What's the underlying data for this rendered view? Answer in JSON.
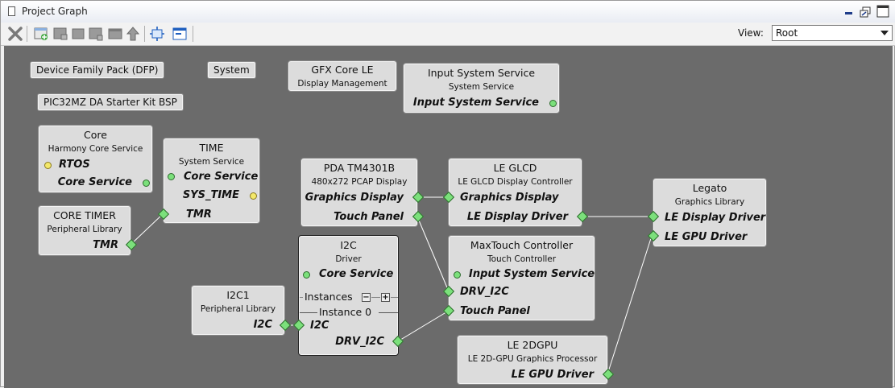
{
  "window": {
    "title": "Project Graph"
  },
  "toolbar": {
    "icons": [
      "delete-icon",
      "add-component-icon",
      "component-icon",
      "component-icon",
      "component-icon",
      "component-icon",
      "move-up-icon",
      "fit-icon",
      "window-icon"
    ],
    "view_label": "View:",
    "view_value": "Root"
  },
  "labels": {
    "dfp": "Device Family Pack (DFP)",
    "system": "System",
    "bsp": "PIC32MZ DA Starter Kit BSP"
  },
  "components": {
    "gfx_core": {
      "title": "GFX Core LE",
      "subtitle": "Display Management"
    },
    "input_system": {
      "title": "Input System Service",
      "subtitle": "System Service",
      "port1": "Input System Service"
    },
    "core": {
      "title": "Core",
      "subtitle": "Harmony Core Service",
      "port1": "RTOS",
      "port2": "Core Service"
    },
    "time": {
      "title": "TIME",
      "subtitle": "System Service",
      "port1": "Core Service",
      "port2": "SYS_TIME",
      "port3": "TMR"
    },
    "core_timer": {
      "title": "CORE TIMER",
      "subtitle": "Peripheral Library",
      "port1": "TMR"
    },
    "pda": {
      "title": "PDA TM4301B",
      "subtitle": "480x272 PCAP Display",
      "port1": "Graphics Display",
      "port2": "Touch Panel"
    },
    "le_glcd": {
      "title": "LE GLCD",
      "subtitle": "LE GLCD Display Controller",
      "port1": "Graphics Display",
      "port2": "LE Display Driver"
    },
    "legato": {
      "title": "Legato",
      "subtitle": "Graphics Library",
      "port1": "LE Display Driver",
      "port2": "LE GPU Driver"
    },
    "i2c": {
      "title": "I2C",
      "subtitle": "Driver",
      "port1": "Core Service",
      "instances": "Instances",
      "instance0": "Instance 0",
      "port2": "I2C",
      "port3": "DRV_I2C",
      "minus": "−",
      "plus": "+"
    },
    "maxtouch": {
      "title": "MaxTouch Controller",
      "subtitle": "Touch Controller",
      "port1": "Input System Service",
      "port2": "DRV_I2C",
      "port3": "Touch Panel"
    },
    "i2c1": {
      "title": "I2C1",
      "subtitle": "Peripheral Library",
      "port1": "I2C"
    },
    "le_2dgpu": {
      "title": "LE 2DGPU",
      "subtitle": "LE 2D-GPU Graphics Processor",
      "port1": "LE GPU Driver"
    }
  },
  "colors": {
    "canvas": "#6b6b6b",
    "node_bg": "#dcdcdc",
    "port_green": "#7be07b",
    "port_yellow": "#f3e86a",
    "wire": "#ffffff"
  }
}
